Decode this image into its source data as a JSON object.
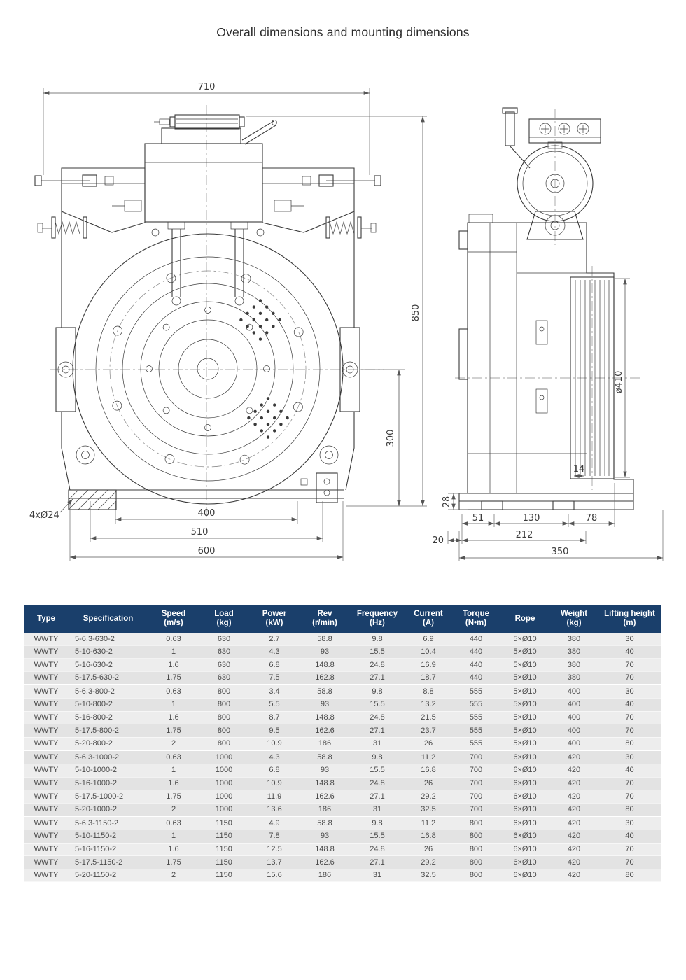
{
  "page": {
    "title": "Overall dimensions and mounting dimensions"
  },
  "colors": {
    "header_bg": "#1a3f6b",
    "header_text": "#ffffff",
    "row_odd": "#ededed",
    "row_even": "#e3e3e3",
    "body_text": "#4a4a4a"
  },
  "drawing": {
    "front": {
      "dim_width_top": "710",
      "dim_height_right": "850",
      "dim_height_lower": "300",
      "dim_mount_width": "400",
      "dim_mid_width": "510",
      "dim_base_width": "600",
      "bolt_holes_label": "4xØ24"
    },
    "side": {
      "sheave_diameter": "ø410",
      "dim_groove": "14",
      "dim_base_height": "28",
      "dim_51": "51",
      "dim_130": "130",
      "dim_78": "78",
      "dim_20": "20",
      "dim_212": "212",
      "dim_350": "350"
    }
  },
  "table": {
    "headers": [
      {
        "label": "Type",
        "unit": ""
      },
      {
        "label": "Specification",
        "unit": ""
      },
      {
        "label": "Speed",
        "unit": "(m/s)"
      },
      {
        "label": "Load",
        "unit": "(kg)"
      },
      {
        "label": "Power",
        "unit": "(kW)"
      },
      {
        "label": "Rev",
        "unit": "(r/min)"
      },
      {
        "label": "Frequency",
        "unit": "(Hz)"
      },
      {
        "label": "Current",
        "unit": "(A)"
      },
      {
        "label": "Torque",
        "unit": "(N•m)"
      },
      {
        "label": "Rope",
        "unit": ""
      },
      {
        "label": "Weight",
        "unit": "(kg)"
      },
      {
        "label": "Lifting height",
        "unit": "(m)"
      }
    ],
    "rows": [
      [
        "WWTY",
        "5-6.3-630-2",
        "0.63",
        "630",
        "2.7",
        "58.8",
        "9.8",
        "6.9",
        "440",
        "5×Ø10",
        "380",
        "30"
      ],
      [
        "WWTY",
        "5-10-630-2",
        "1",
        "630",
        "4.3",
        "93",
        "15.5",
        "10.4",
        "440",
        "5×Ø10",
        "380",
        "40"
      ],
      [
        "WWTY",
        "5-16-630-2",
        "1.6",
        "630",
        "6.8",
        "148.8",
        "24.8",
        "16.9",
        "440",
        "5×Ø10",
        "380",
        "70"
      ],
      [
        "WWTY",
        "5-17.5-630-2",
        "1.75",
        "630",
        "7.5",
        "162.8",
        "27.1",
        "18.7",
        "440",
        "5×Ø10",
        "380",
        "70"
      ],
      [
        "WWTY",
        "5-6.3-800-2",
        "0.63",
        "800",
        "3.4",
        "58.8",
        "9.8",
        "8.8",
        "555",
        "5×Ø10",
        "400",
        "30"
      ],
      [
        "WWTY",
        "5-10-800-2",
        "1",
        "800",
        "5.5",
        "93",
        "15.5",
        "13.2",
        "555",
        "5×Ø10",
        "400",
        "40"
      ],
      [
        "WWTY",
        "5-16-800-2",
        "1.6",
        "800",
        "8.7",
        "148.8",
        "24.8",
        "21.5",
        "555",
        "5×Ø10",
        "400",
        "70"
      ],
      [
        "WWTY",
        "5-17.5-800-2",
        "1.75",
        "800",
        "9.5",
        "162.6",
        "27.1",
        "23.7",
        "555",
        "5×Ø10",
        "400",
        "70"
      ],
      [
        "WWTY",
        "5-20-800-2",
        "2",
        "800",
        "10.9",
        "186",
        "31",
        "26",
        "555",
        "5×Ø10",
        "400",
        "80"
      ],
      [
        "WWTY",
        "5-6.3-1000-2",
        "0.63",
        "1000",
        "4.3",
        "58.8",
        "9.8",
        "11.2",
        "700",
        "6×Ø10",
        "420",
        "30"
      ],
      [
        "WWTY",
        "5-10-1000-2",
        "1",
        "1000",
        "6.8",
        "93",
        "15.5",
        "16.8",
        "700",
        "6×Ø10",
        "420",
        "40"
      ],
      [
        "WWTY",
        "5-16-1000-2",
        "1.6",
        "1000",
        "10.9",
        "148.8",
        "24.8",
        "26",
        "700",
        "6×Ø10",
        "420",
        "70"
      ],
      [
        "WWTY",
        "5-17.5-1000-2",
        "1.75",
        "1000",
        "11.9",
        "162.6",
        "27.1",
        "29.2",
        "700",
        "6×Ø10",
        "420",
        "70"
      ],
      [
        "WWTY",
        "5-20-1000-2",
        "2",
        "1000",
        "13.6",
        "186",
        "31",
        "32.5",
        "700",
        "6×Ø10",
        "420",
        "80"
      ],
      [
        "WWTY",
        "5-6.3-1150-2",
        "0.63",
        "1150",
        "4.9",
        "58.8",
        "9.8",
        "11.2",
        "800",
        "6×Ø10",
        "420",
        "30"
      ],
      [
        "WWTY",
        "5-10-1150-2",
        "1",
        "1150",
        "7.8",
        "93",
        "15.5",
        "16.8",
        "800",
        "6×Ø10",
        "420",
        "40"
      ],
      [
        "WWTY",
        "5-16-1150-2",
        "1.6",
        "1150",
        "12.5",
        "148.8",
        "24.8",
        "26",
        "800",
        "6×Ø10",
        "420",
        "70"
      ],
      [
        "WWTY",
        "5-17.5-1150-2",
        "1.75",
        "1150",
        "13.7",
        "162.6",
        "27.1",
        "29.2",
        "800",
        "6×Ø10",
        "420",
        "70"
      ],
      [
        "WWTY",
        "5-20-1150-2",
        "2",
        "1150",
        "15.6",
        "186",
        "31",
        "32.5",
        "800",
        "6×Ø10",
        "420",
        "80"
      ]
    ]
  }
}
